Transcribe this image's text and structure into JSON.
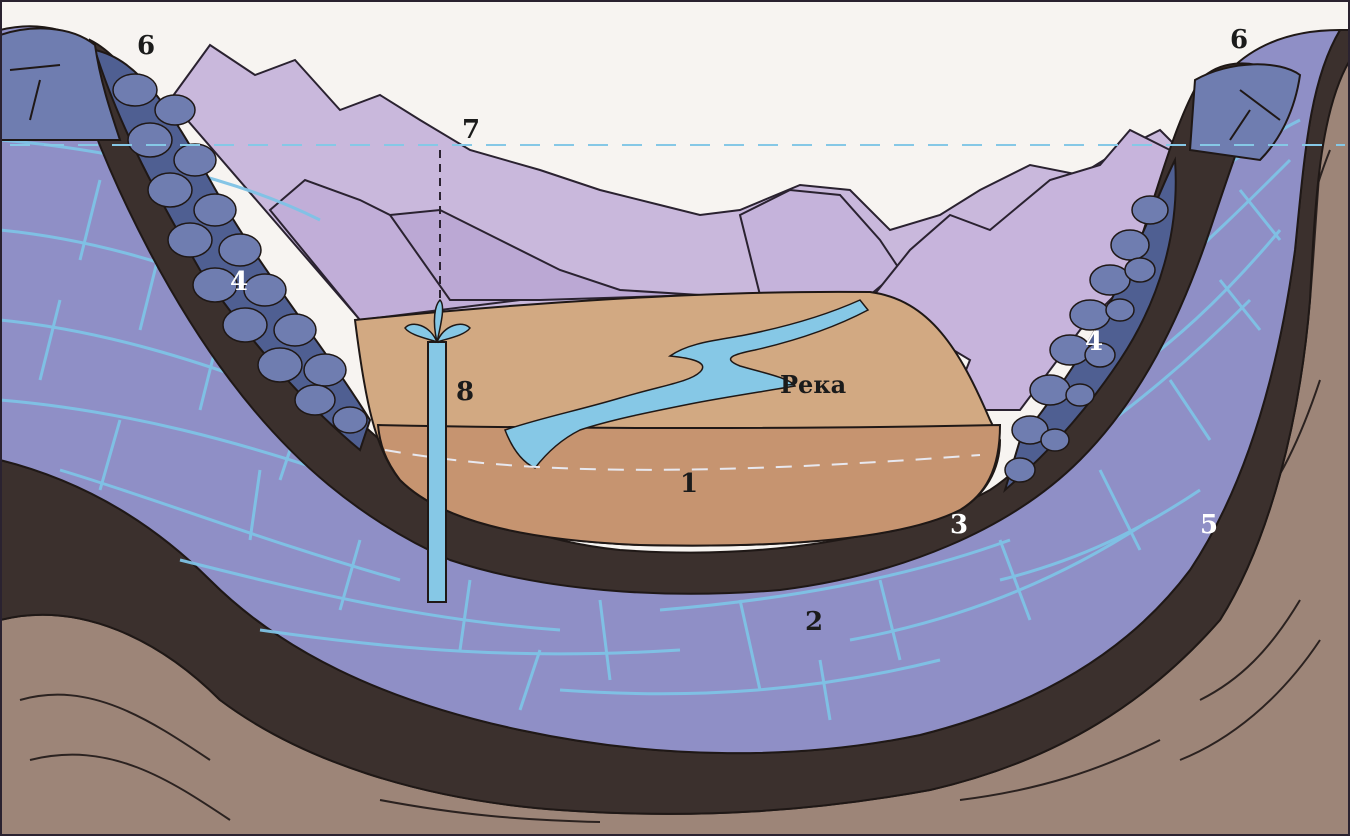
{
  "labels": {
    "aquifer_sand": "1",
    "aquifer_artesian": "2",
    "clay_upper": "3",
    "rock_flank": "4",
    "clay_lower": "5",
    "recharge_left": "6",
    "recharge_right": "6",
    "piezometric_level": "7",
    "artesian_well": "8",
    "rock_flank_right": "4",
    "river": "Река"
  },
  "colors": {
    "sky": "#f7f4f1",
    "mountains": "#c9b8dc",
    "sand": "#d2a982",
    "sand_dark": "#c69470",
    "clay": "#3b302d",
    "aquifer": "#8f8fc6",
    "water": "#86c8e6",
    "rock": "#4f5f92",
    "bedrock": "#9d8578"
  }
}
